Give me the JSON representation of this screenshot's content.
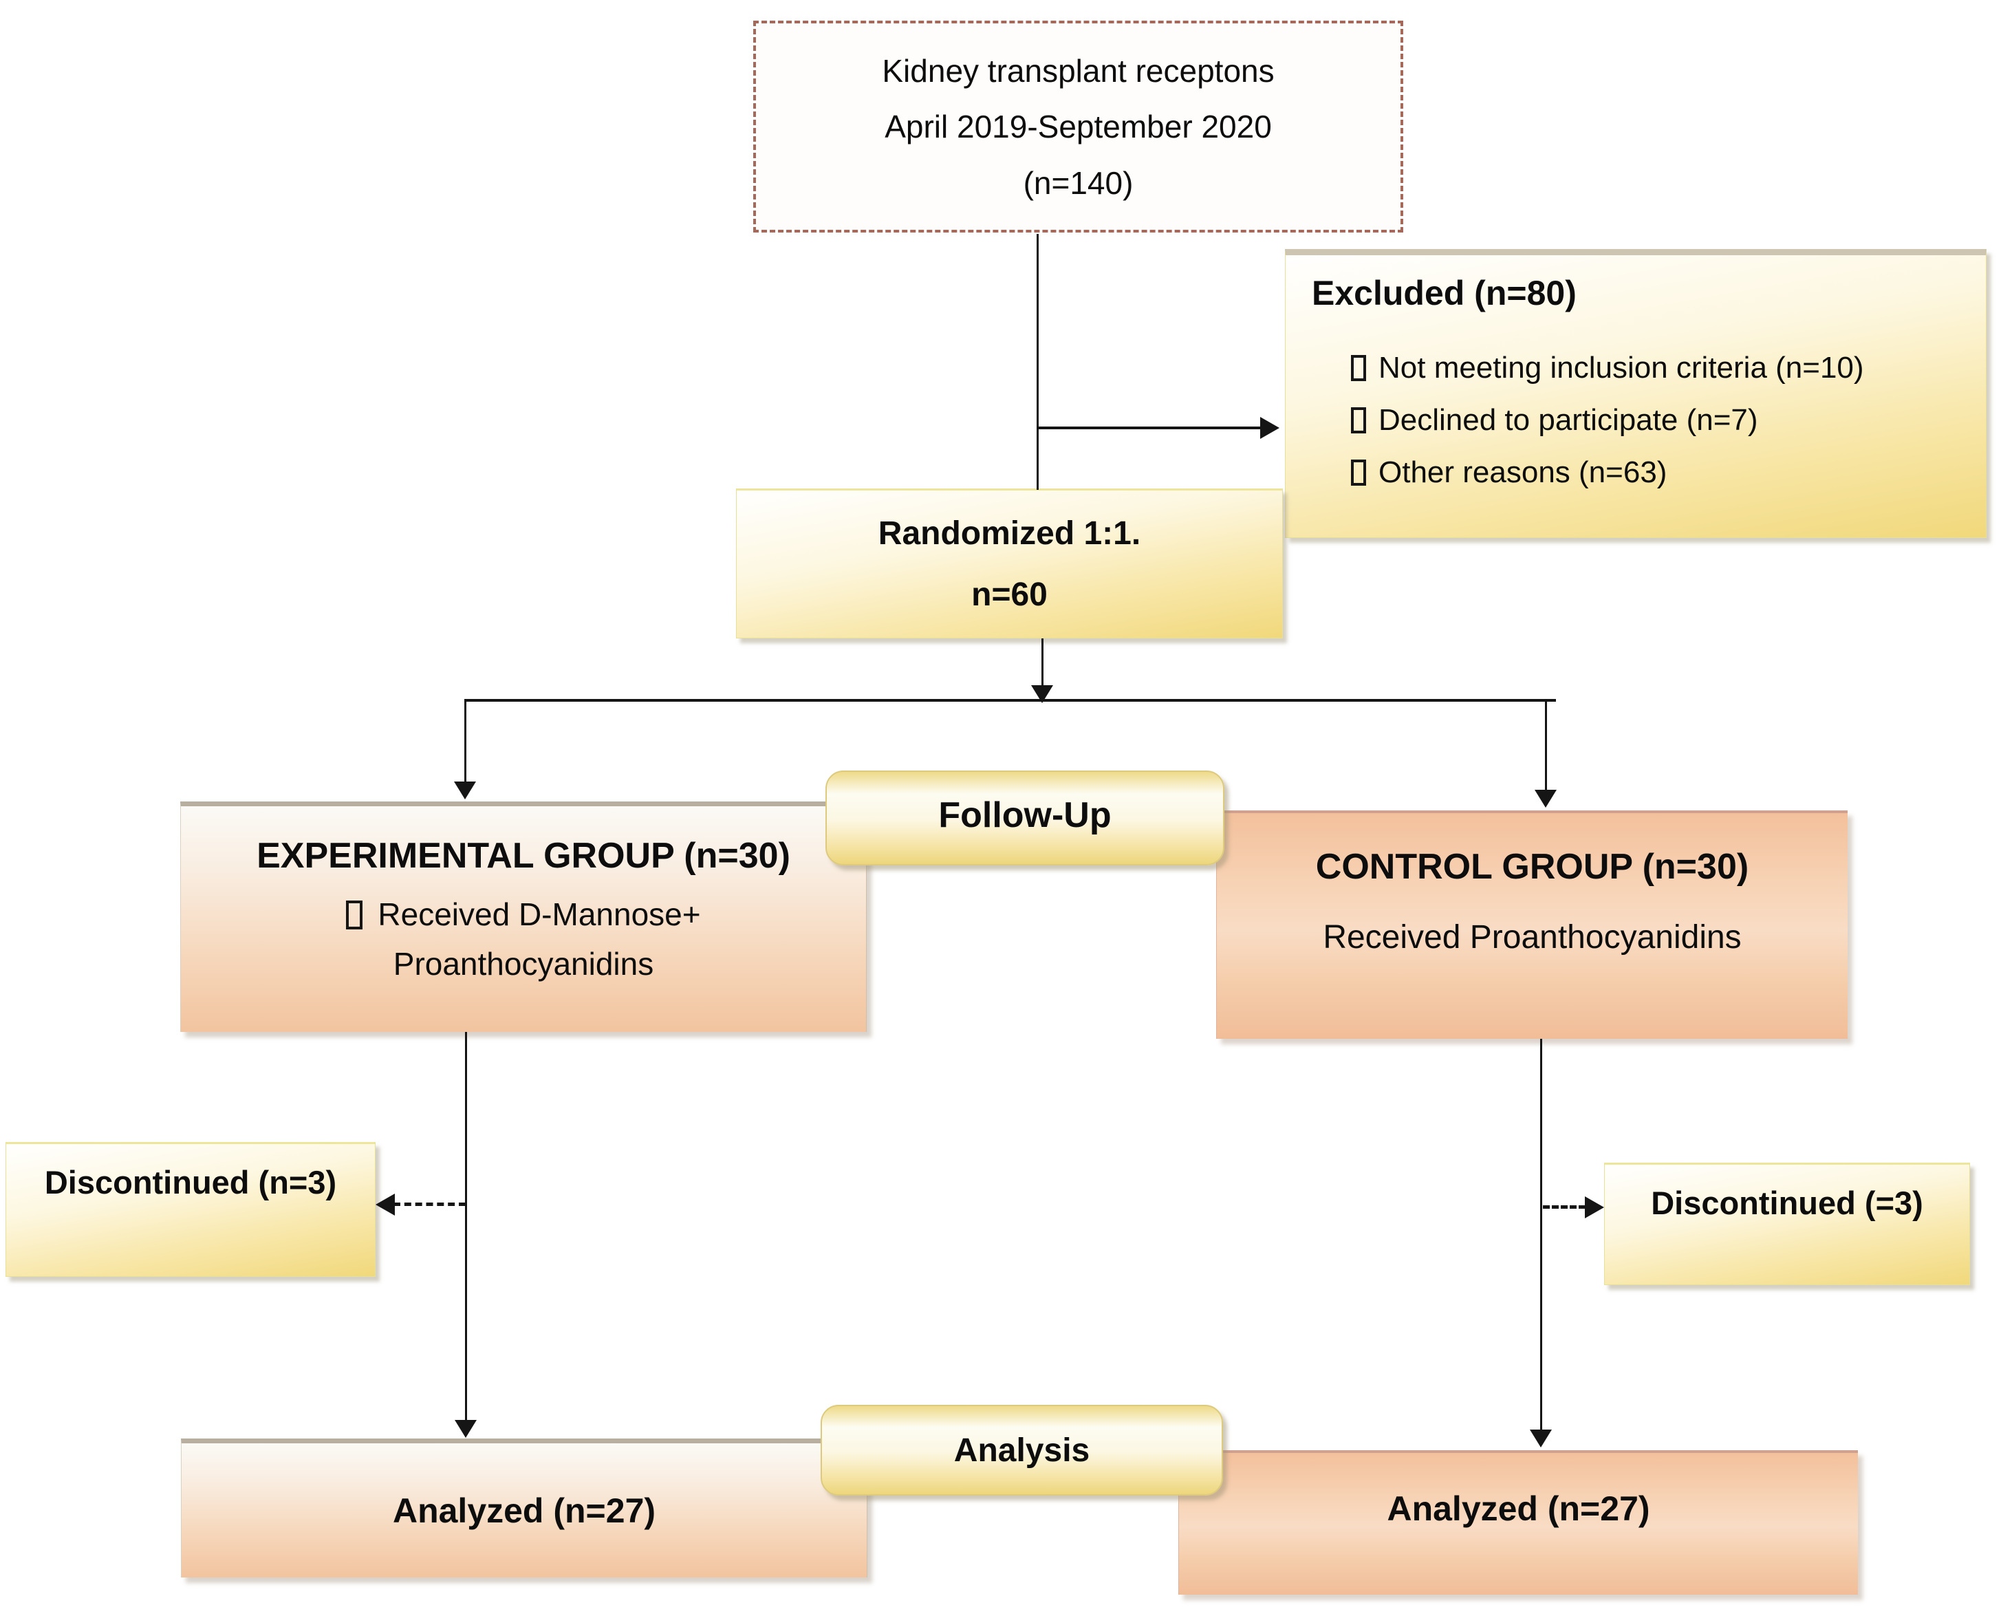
{
  "diagram": {
    "enrollment_box": {
      "line1": "Kidney transplant receptons",
      "line2": "April 2019-September 2020",
      "line3": "(n=140)"
    },
    "excluded_box": {
      "title": "Excluded (n=80)",
      "items": [
        "Not meeting inclusion criteria (n=10)",
        "Declined to participate (n=7)",
        "Other reasons (n=63)"
      ]
    },
    "randomized_box": {
      "line1": "Randomized 1:1.",
      "line2": "n=60"
    },
    "followup_label": "Follow-Up",
    "experimental_box": {
      "title": "EXPERIMENTAL GROUP (n=30)",
      "line1": "Received D-Mannose+",
      "line2": "Proanthocyanidins"
    },
    "control_box": {
      "title": "CONTROL GROUP (n=30)",
      "line1": "Received Proanthocyanidins"
    },
    "discontinued_left_label": "Discontinued (n=3)",
    "discontinued_right_label": "Discontinued (=3)",
    "analysis_label": "Analysis",
    "analyzed_left_label": "Analyzed (n=27)",
    "analyzed_right_label": "Analyzed (n=27)"
  },
  "colors": {
    "yellow_box_gradient_end": "#f1d87b",
    "salmon_light_gradient_end": "#f2c49f",
    "salmon_deep_base": "#f1bd98",
    "dashed_enrollment_border": "#a5695c",
    "connector": "#151515"
  }
}
